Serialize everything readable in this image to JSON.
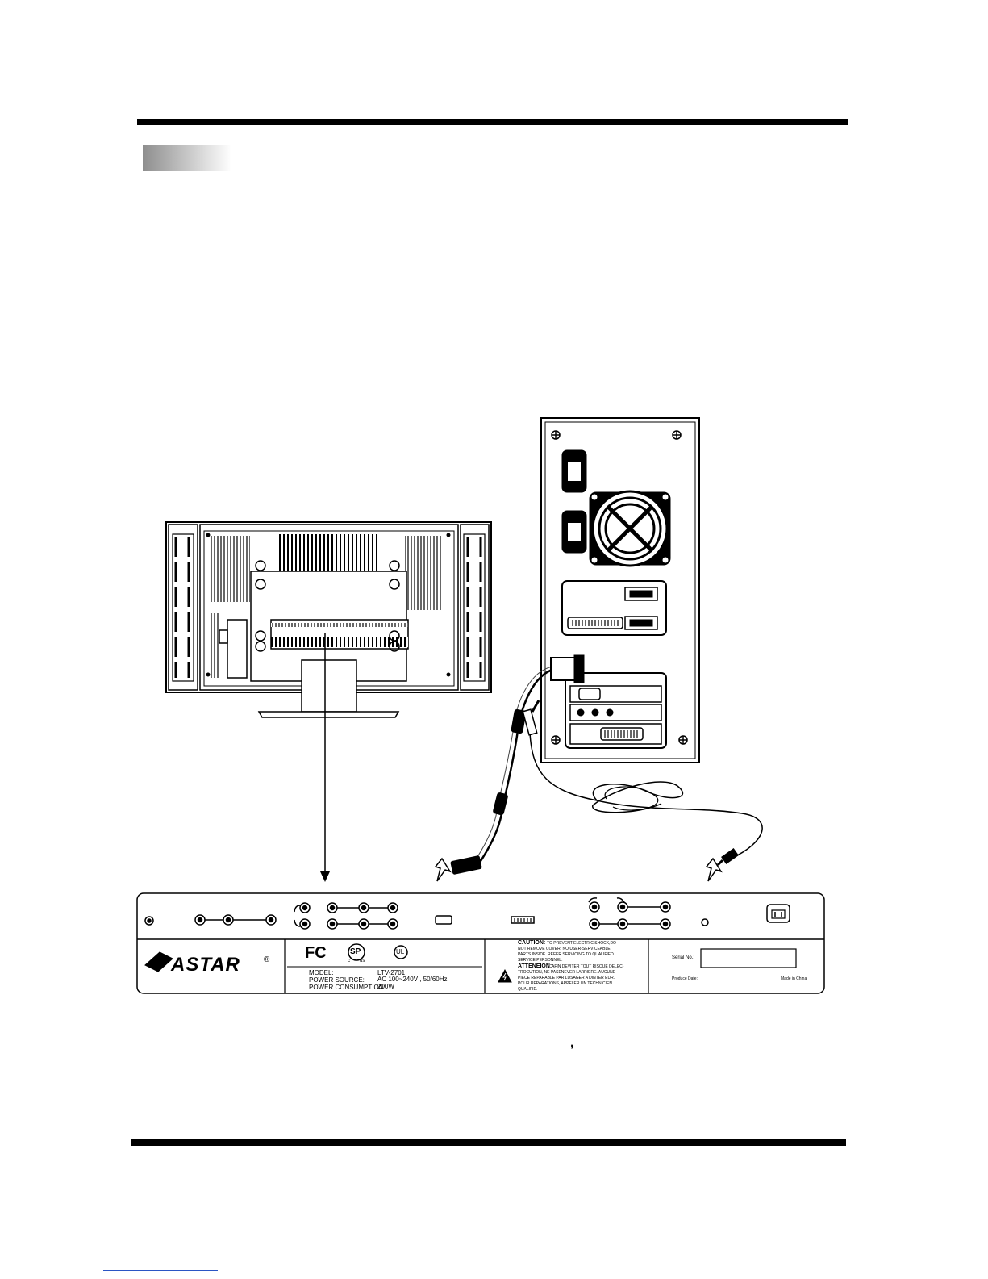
{
  "label_panel": {
    "brand": "ASTAR",
    "registered_mark": "®",
    "fcc_mark": "FC",
    "csa_mark": "SP",
    "ul_mark": "UL",
    "csa_sub_c": "c",
    "csa_sub_us": "us",
    "model_label": "MODEL:",
    "model_value": "LTV-2701",
    "power_source_label": "POWER SOURCE:",
    "power_source_value": "AC 100~240V , 50/60Hz",
    "power_consumption_label": "POWER CONSUMPTION:",
    "power_consumption_value": "200W",
    "caution_head": "CAUTION:",
    "caution_line1": "TO PREVENT ELECTRIC SHOCK,DO",
    "caution_line2": "NOT REMOVE COVER. NO USER-SERVICEABLE",
    "caution_line3": "PARTS INSIDE. REFER SERVICING TO QUALIFIED",
    "caution_line4": "SERVICE PERSONNEL.",
    "attention_head": "ATTENEION:",
    "attention_line1": "AFIN DEVITER TOUT RISQUE DELEC-",
    "attention_line2": "TROCUTION, NE PASENEVER LARRIERE. AUCUNE",
    "attention_line3": "PIECE REPARABLE PAR LUSAGER A DINTER EUR.",
    "attention_line4": "POUR REPARATIONS, APPELER UN TECHNICIEN",
    "attention_line5": "QUALIFIE.",
    "serial_label": "Serial No.:",
    "produce_date_label": "Produce Date:",
    "made_in_label": "Made in China"
  },
  "stray_comma": ",",
  "colors": {
    "ink": "#000000",
    "tab_gradient_start": "#8e8e8e",
    "link_line": "#2b55c4"
  },
  "icons": [
    "monitor-back",
    "pc-tower",
    "vga-cable",
    "audio-cable",
    "fan-grille",
    "warning-triangle",
    "power-socket"
  ]
}
